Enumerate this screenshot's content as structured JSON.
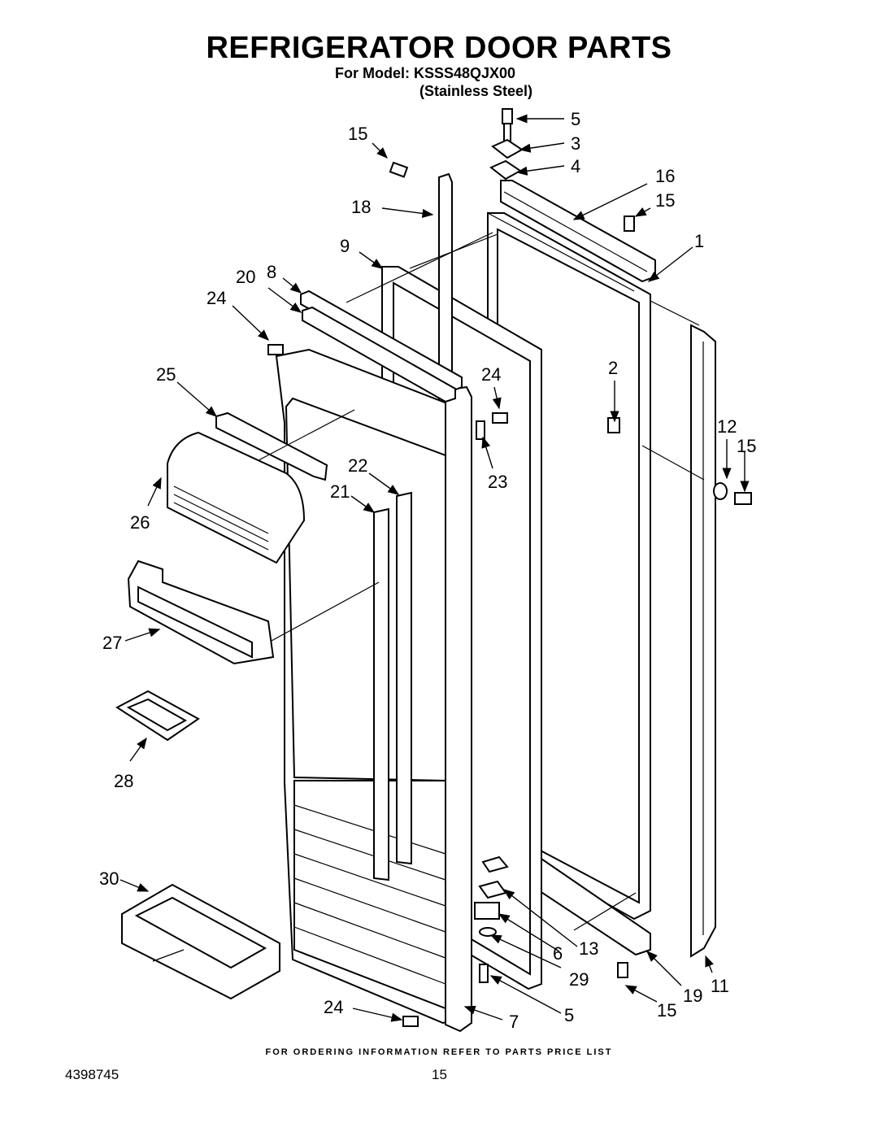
{
  "header": {
    "title": "REFRIGERATOR DOOR PARTS",
    "model_line": "For Model: KSSS48QJX00",
    "finish_line": "(Stainless Steel)"
  },
  "callouts": [
    "5",
    "3",
    "4",
    "15",
    "16",
    "15",
    "18",
    "1",
    "9",
    "8",
    "20",
    "24",
    "25",
    "2",
    "24",
    "12",
    "15",
    "22",
    "23",
    "21",
    "26",
    "27",
    "28",
    "30",
    "6",
    "13",
    "29",
    "24",
    "5",
    "7",
    "15",
    "19",
    "11"
  ],
  "footer": {
    "ordering_note": "FOR ORDERING INFORMATION REFER TO PARTS PRICE LIST",
    "document_number": "4398745",
    "page_number": "15"
  }
}
